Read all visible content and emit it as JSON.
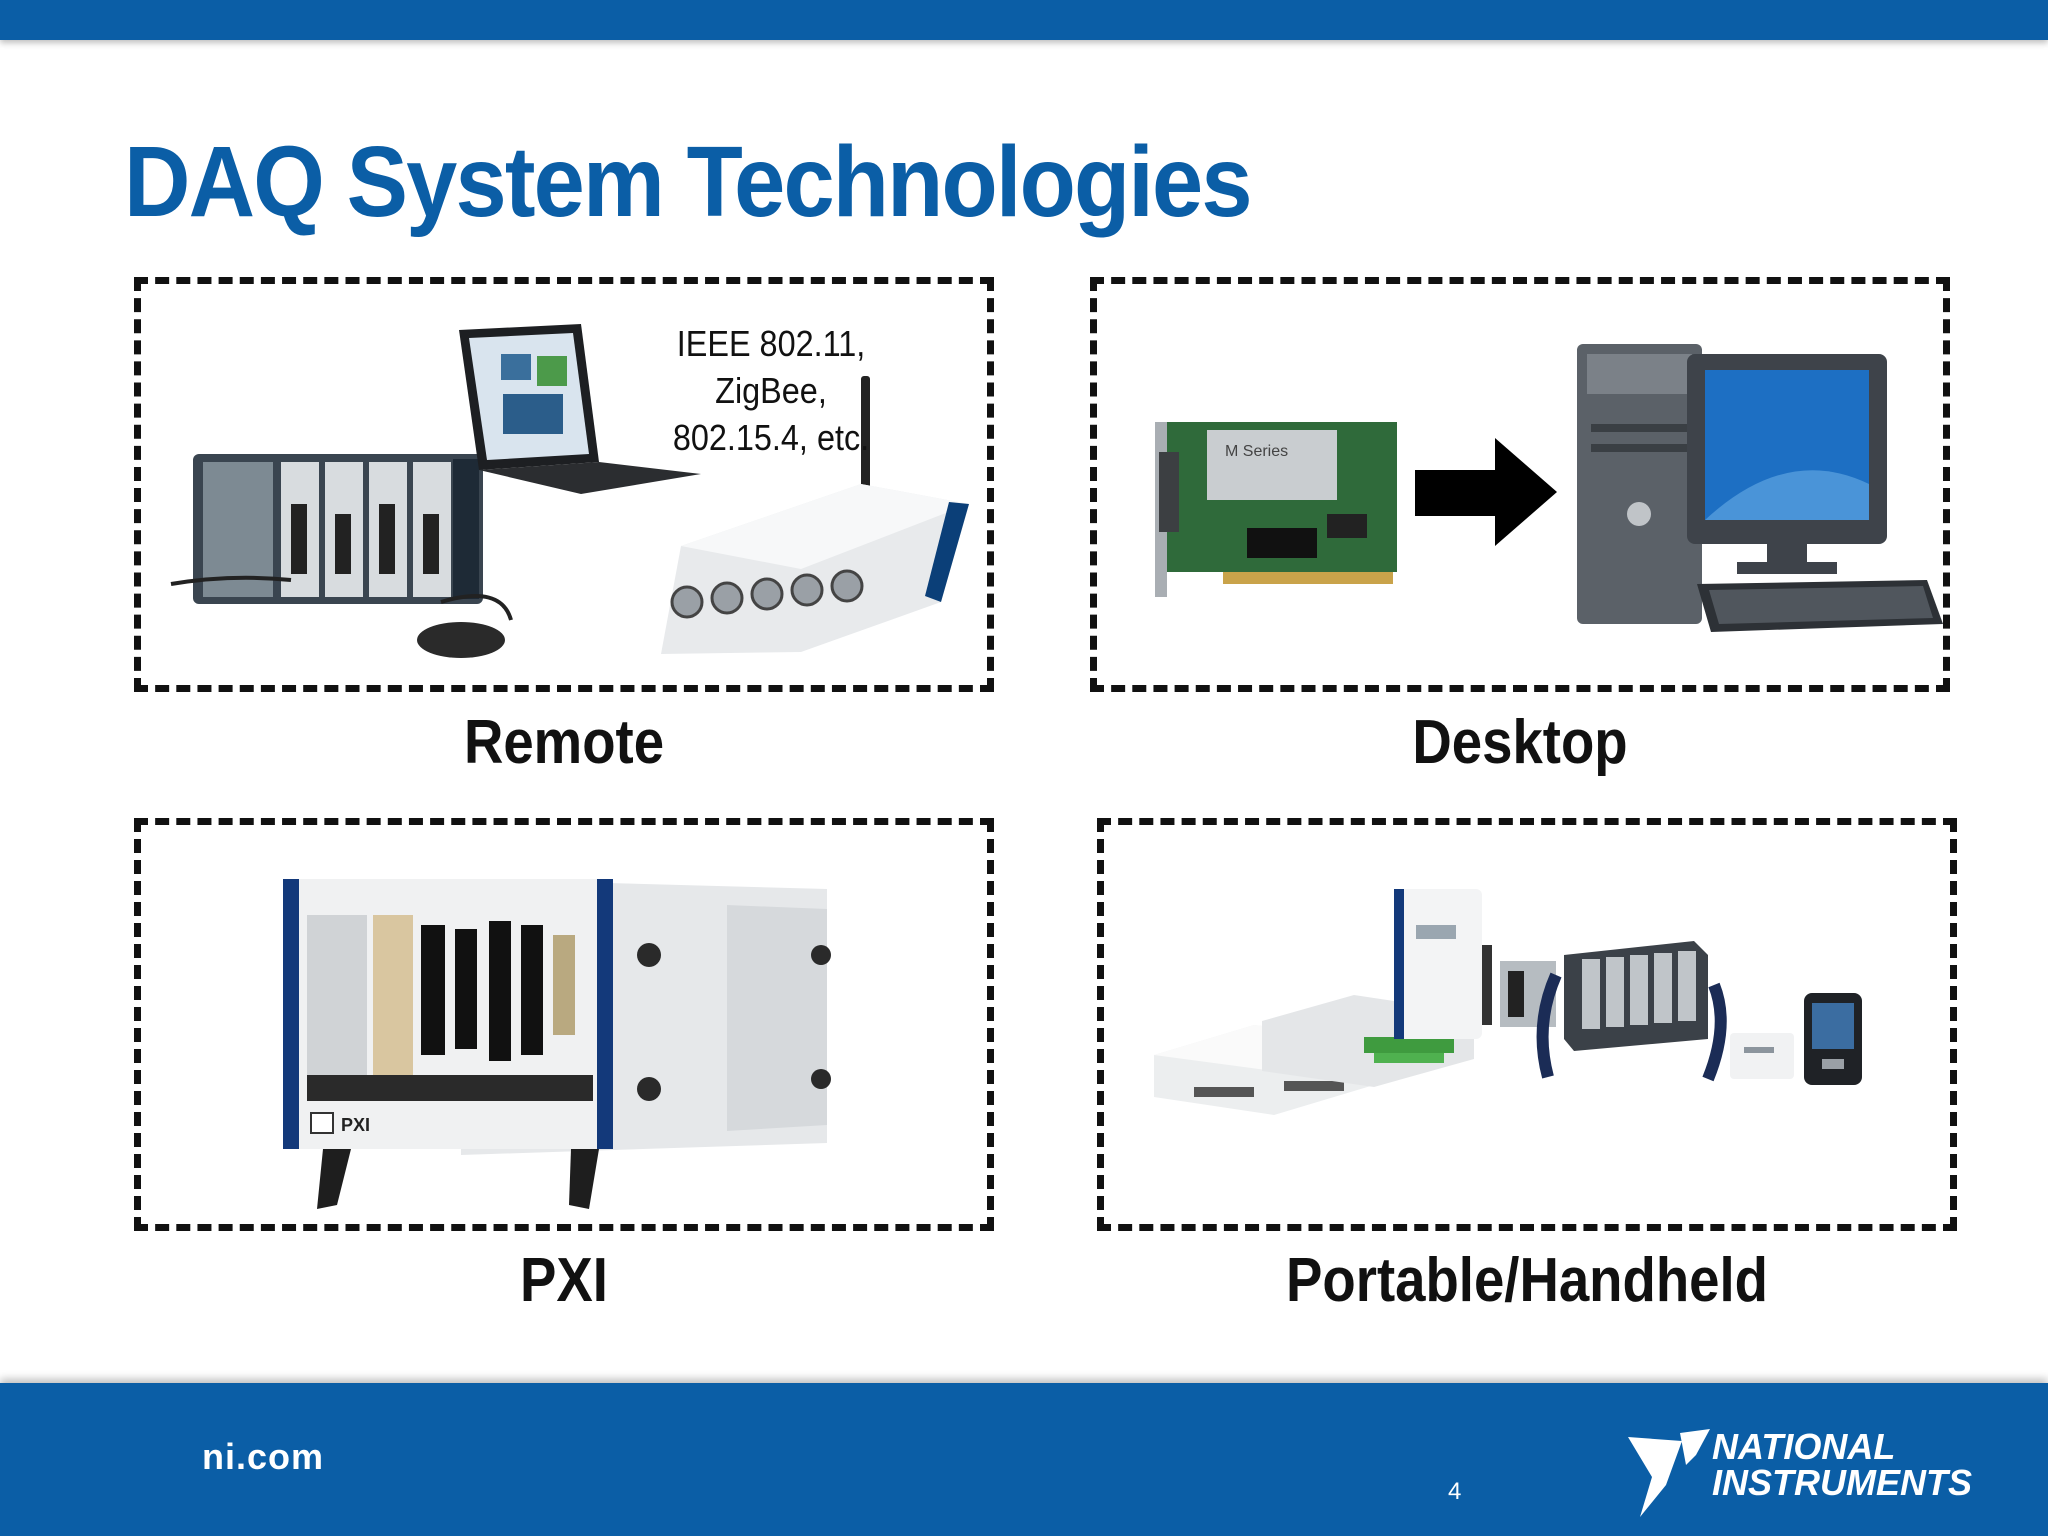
{
  "slide": {
    "title": "DAQ System Technologies",
    "page_number": "4"
  },
  "panels": {
    "remote": {
      "caption": "Remote",
      "wireless_line1": "IEEE 802.11, ZigBee,",
      "wireless_line2": "802.15.4, etc."
    },
    "desktop": {
      "caption": "Desktop",
      "card_label": "M Series"
    },
    "pxi": {
      "caption": "PXI",
      "chassis_label": "PXI"
    },
    "portable": {
      "caption": "Portable/Handheld"
    }
  },
  "footer": {
    "url": "ni.com",
    "logo_line1": "NATIONAL",
    "logo_line2": "INSTRUMENTS"
  },
  "colors": {
    "brand_blue": "#0b5ea6",
    "border": "#111111",
    "text": "#111111"
  }
}
